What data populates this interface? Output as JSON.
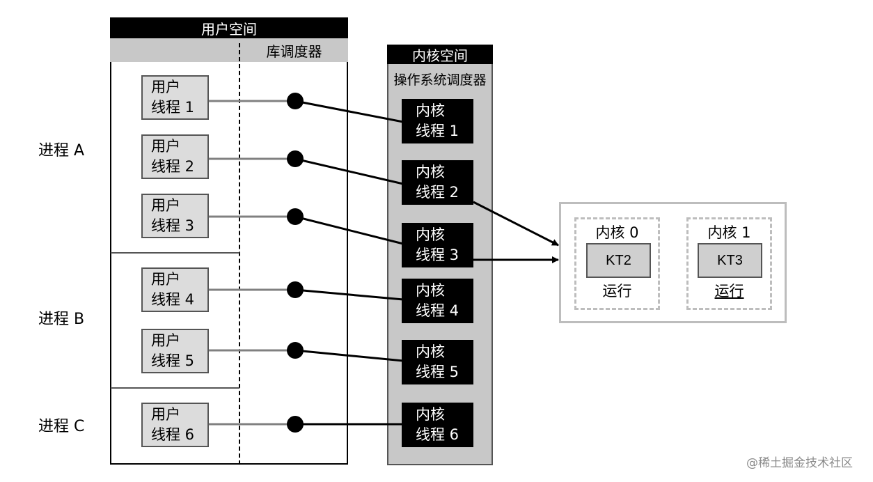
{
  "user_space": {
    "title": "用户空间",
    "lib_scheduler": "库调度器"
  },
  "processes": [
    {
      "label": "进程 A"
    },
    {
      "label": "进程 B"
    },
    {
      "label": "进程 C"
    }
  ],
  "user_threads": [
    {
      "line1": "用户",
      "line2": "线程 1"
    },
    {
      "line1": "用户",
      "line2": "线程 2"
    },
    {
      "line1": "用户",
      "line2": "线程 3"
    },
    {
      "line1": "用户",
      "line2": "线程 4"
    },
    {
      "line1": "用户",
      "line2": "线程 5"
    },
    {
      "line1": "用户",
      "line2": "线程 6"
    }
  ],
  "kernel_space": {
    "title": "内核空间",
    "os_scheduler": "操作系统调度器",
    "threads": [
      {
        "line1": "内核",
        "line2": "线程 1"
      },
      {
        "line1": "内核",
        "line2": "线程 2"
      },
      {
        "line1": "内核",
        "line2": "线程 3"
      },
      {
        "line1": "内核",
        "line2": "线程 4"
      },
      {
        "line1": "内核",
        "line2": "线程 5"
      },
      {
        "line1": "内核",
        "line2": "线程 6"
      }
    ]
  },
  "cpu": {
    "cores": [
      {
        "label": "内核 0",
        "thread": "KT2",
        "status": "运行"
      },
      {
        "label": "内核 1",
        "thread": "KT3",
        "status": "运行"
      }
    ]
  },
  "watermark": "@稀土掘金技术社区"
}
